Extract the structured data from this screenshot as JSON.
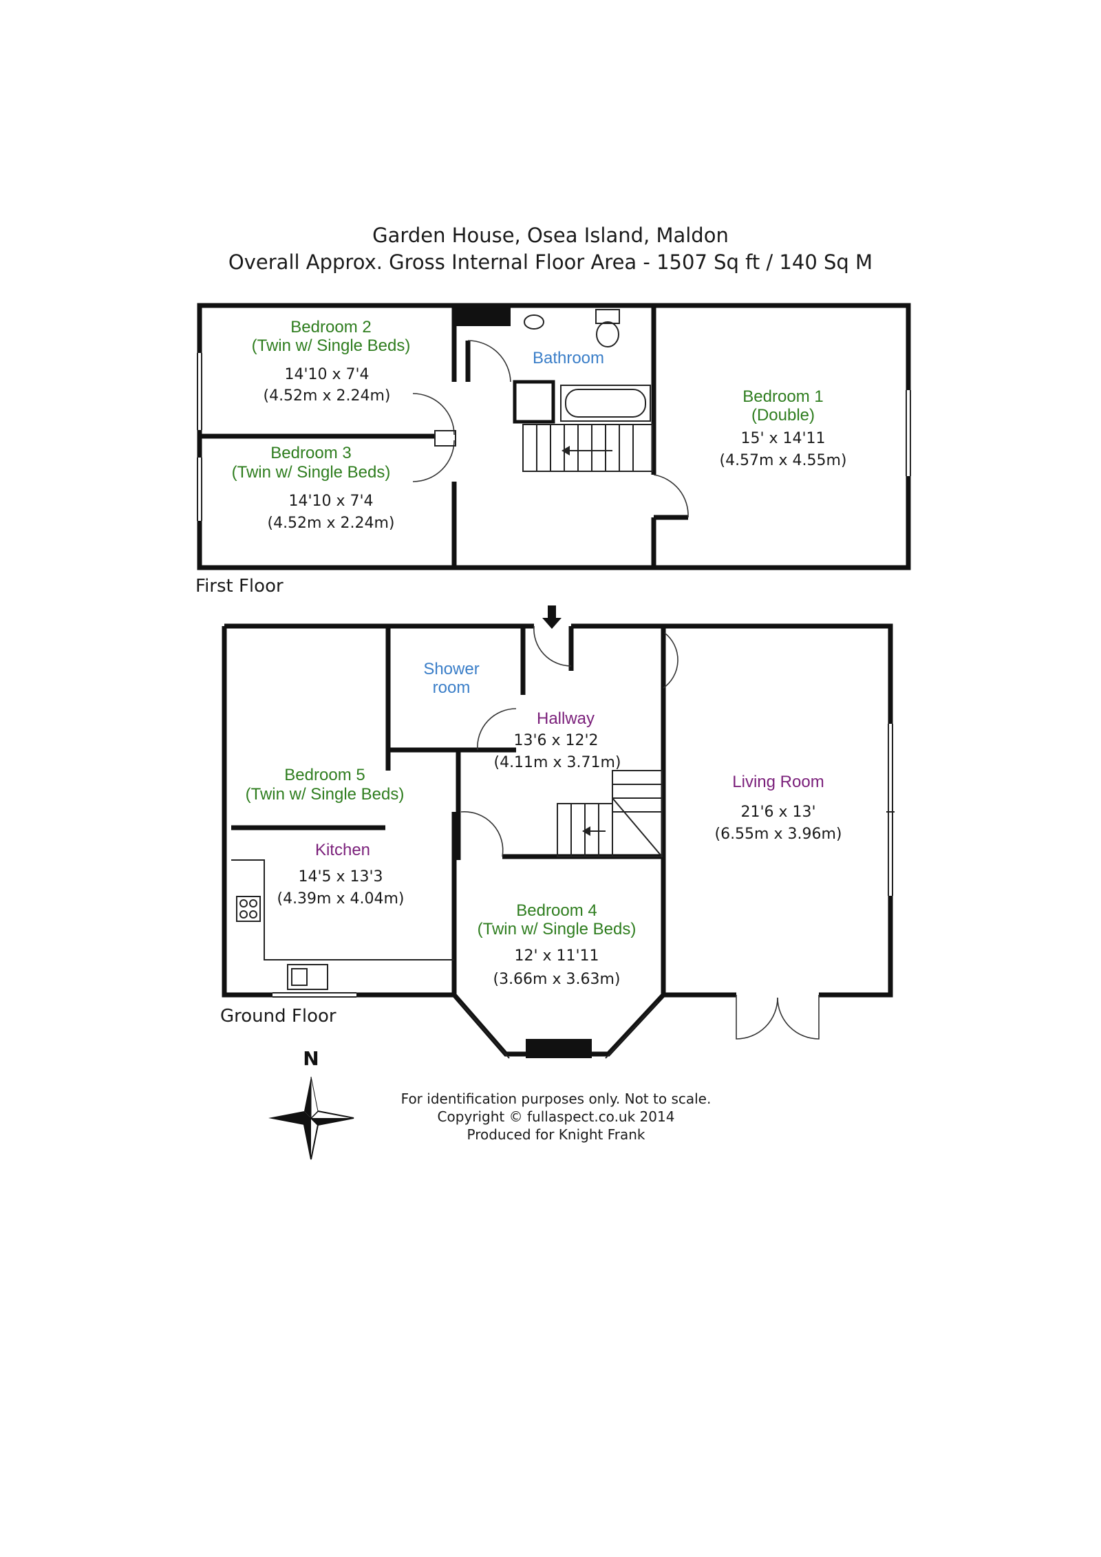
{
  "header": {
    "title": "Garden House, Osea Island, Maldon",
    "subtitle": "Overall Approx. Gross Internal Floor Area - 1507 Sq ft / 140 Sq M"
  },
  "first_floor": {
    "label": "First Floor",
    "rooms": {
      "bedroom2": {
        "name": "Bedroom 2",
        "note": "(Twin w/ Single Beds)",
        "imperial": "14'10 x 7'4",
        "metric": "(4.52m x 2.24m)"
      },
      "bedroom3": {
        "name": "Bedroom 3",
        "note": "(Twin w/ Single Beds)",
        "imperial": "14'10 x 7'4",
        "metric": "(4.52m x 2.24m)"
      },
      "bathroom": {
        "name": "Bathroom"
      },
      "bedroom1": {
        "name": "Bedroom 1",
        "note": "(Double)",
        "imperial": "15' x 14'11",
        "metric": "(4.57m x 4.55m)"
      }
    }
  },
  "ground_floor": {
    "label": "Ground Floor",
    "rooms": {
      "shower": {
        "name_line1": "Shower",
        "name_line2": "room"
      },
      "hallway": {
        "name": "Hallway",
        "imperial": "13'6 x 12'2",
        "metric": "(4.11m x 3.71m)"
      },
      "living": {
        "name": "Living Room",
        "imperial": "21'6 x 13'",
        "metric": "(6.55m x 3.96m)"
      },
      "bedroom5": {
        "name": "Bedroom 5",
        "note": "(Twin w/ Single Beds)"
      },
      "kitchen": {
        "name": "Kitchen",
        "imperial": "14'5 x 13'3",
        "metric": "(4.39m x 4.04m)"
      },
      "bedroom4": {
        "name": "Bedroom 4",
        "note": "(Twin w/ Single Beds)",
        "imperial": "12' x 11'11",
        "metric": "(3.66m x 3.63m)"
      }
    }
  },
  "compass": {
    "north": "N"
  },
  "footer": {
    "line1": "For identification purposes only. Not to scale.",
    "line2": "Copyright © fullaspect.co.uk 2014",
    "line3": "Produced for Knight Frank"
  },
  "colors": {
    "room_green": "#2e7d1e",
    "room_blue": "#3a7ec8",
    "room_purple": "#7a1f7a",
    "walls": "#111111"
  }
}
